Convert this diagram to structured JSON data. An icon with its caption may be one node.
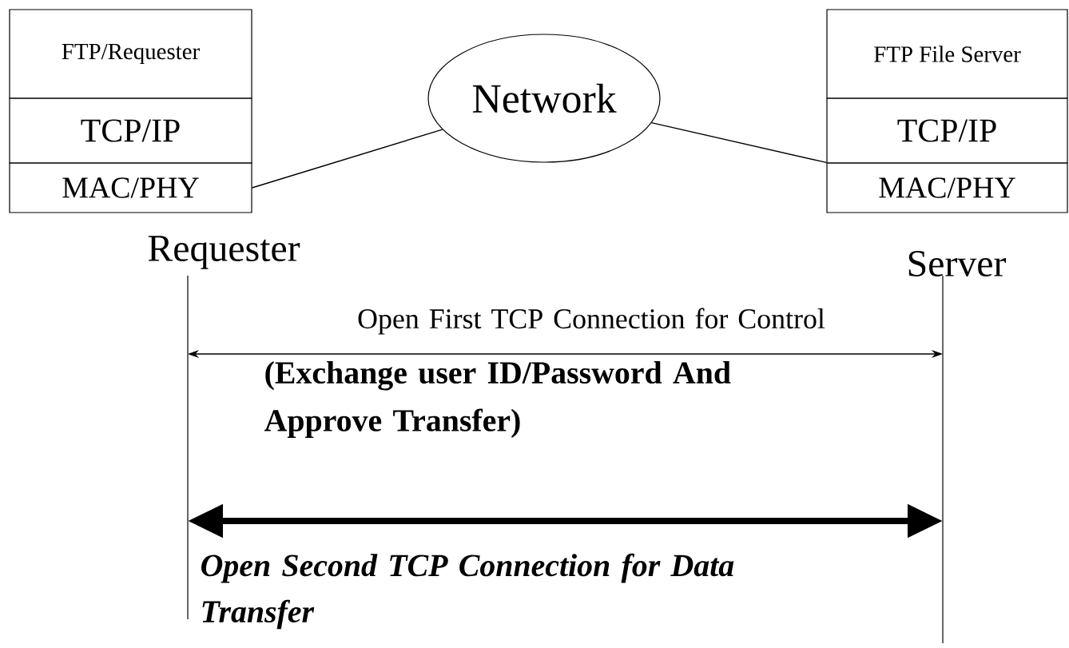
{
  "diagram": {
    "nodes": [
      {
        "text": [
          "FTP/Requester"
        ]
      },
      {
        "text": [
          "TCP/IP"
        ]
      },
      {
        "text": [
          "MAC/PHY"
        ]
      },
      {
        "text": [
          "Network"
        ]
      },
      {
        "text": [
          "FTP File Server"
        ]
      },
      {
        "text": [
          "TCP/IP"
        ]
      },
      {
        "text": [
          "MAC/PHY"
        ]
      },
      {
        "text": [],
        "shape": "line",
        "beside": [
          "Requester"
        ]
      },
      {
        "text": [],
        "shape": "line",
        "beside": [
          "Server"
        ]
      }
    ],
    "edges": [
      {
        "from": 2,
        "to": 3,
        "arrow": "none"
      },
      {
        "from": 3,
        "to": 6,
        "arrow": "none"
      },
      {
        "from": 7,
        "to": 8,
        "arrow": "both",
        "label": "Open First TCP Connection for Control"
      },
      {
        "from": 7,
        "to": 8,
        "arrow": "both",
        "style": "thick",
        "label": "Open Second TCP Connection for Data Transfer"
      }
    ],
    "labels": [
      "(Exchange user ID/Password And Approve Transfer)"
    ]
  }
}
